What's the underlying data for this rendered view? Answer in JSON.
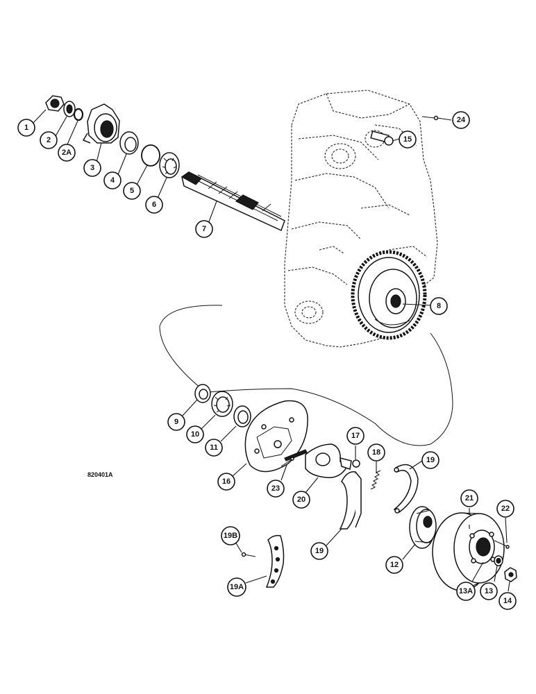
{
  "figure": {
    "reference_code": "820401A"
  },
  "callouts": [
    {
      "id": "c1",
      "label": "1"
    },
    {
      "id": "c2",
      "label": "2"
    },
    {
      "id": "c2a",
      "label": "2A"
    },
    {
      "id": "c3",
      "label": "3"
    },
    {
      "id": "c4",
      "label": "4"
    },
    {
      "id": "c5",
      "label": "5"
    },
    {
      "id": "c6",
      "label": "6"
    },
    {
      "id": "c7",
      "label": "7"
    },
    {
      "id": "c8",
      "label": "8"
    },
    {
      "id": "c9",
      "label": "9"
    },
    {
      "id": "c10",
      "label": "10"
    },
    {
      "id": "c11",
      "label": "11"
    },
    {
      "id": "c12",
      "label": "12"
    },
    {
      "id": "c13",
      "label": "13"
    },
    {
      "id": "c13a",
      "label": "13A"
    },
    {
      "id": "c14",
      "label": "14"
    },
    {
      "id": "c15",
      "label": "15"
    },
    {
      "id": "c16",
      "label": "16"
    },
    {
      "id": "c17",
      "label": "17"
    },
    {
      "id": "c18",
      "label": "18"
    },
    {
      "id": "c19a_top",
      "label": "19"
    },
    {
      "id": "c19b_low",
      "label": "19"
    },
    {
      "id": "c19a",
      "label": "19A"
    },
    {
      "id": "c19b",
      "label": "19B"
    },
    {
      "id": "c20",
      "label": "20"
    },
    {
      "id": "c21",
      "label": "21"
    },
    {
      "id": "c22",
      "label": "22"
    },
    {
      "id": "c23",
      "label": "23"
    },
    {
      "id": "c24",
      "label": "24"
    }
  ]
}
